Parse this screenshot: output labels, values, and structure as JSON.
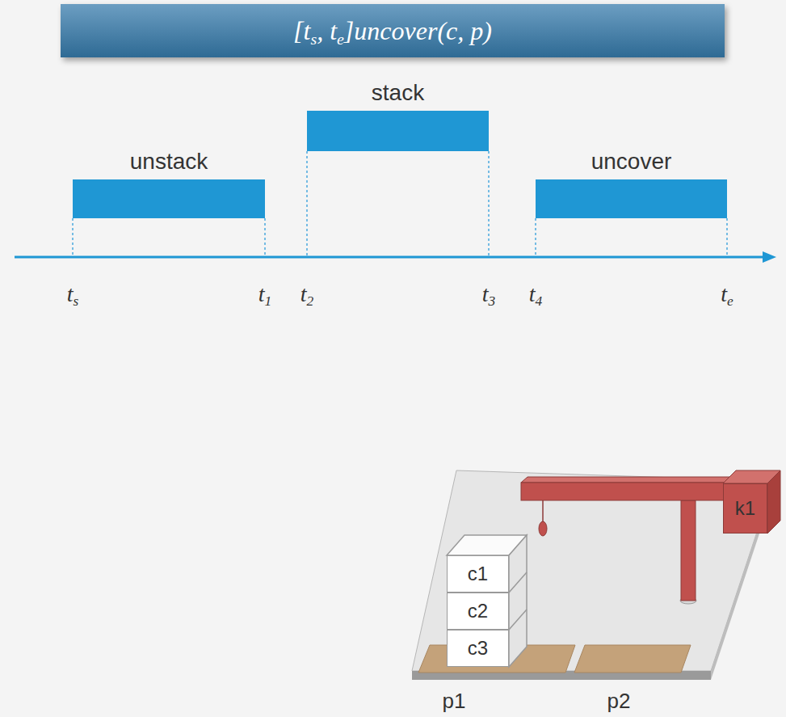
{
  "diagram": {
    "title": "[ts, te]uncover(c, p)",
    "nodes": [
      {
        "text": [
          "unstack"
        ]
      },
      {
        "text": [
          "stack"
        ]
      },
      {
        "text": [
          "uncover"
        ]
      },
      {
        "text": [
          "k1"
        ]
      },
      {
        "text": [
          "c1"
        ]
      },
      {
        "text": [
          "c2"
        ]
      },
      {
        "text": [
          "c3"
        ]
      }
    ],
    "labels": [
      "ts",
      "t1",
      "t2",
      "t3",
      "t4",
      "te",
      "p1",
      "p2"
    ]
  }
}
